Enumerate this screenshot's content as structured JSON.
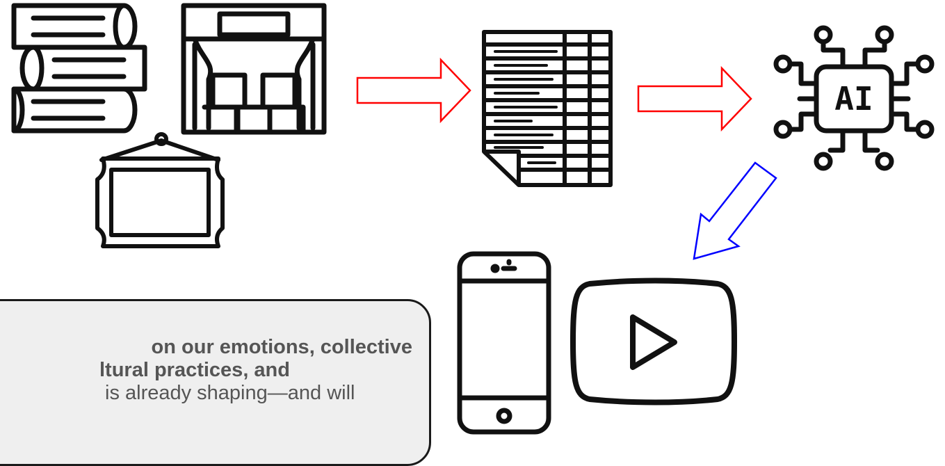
{
  "diagram": {
    "nodes": [
      {
        "id": "books",
        "icon": "books-icon"
      },
      {
        "id": "theater",
        "icon": "theater-stage-icon"
      },
      {
        "id": "picture-frame",
        "icon": "picture-frame-icon"
      },
      {
        "id": "spreadsheet",
        "icon": "spreadsheet-icon"
      },
      {
        "id": "ai-chip",
        "icon": "ai-chip-icon",
        "label": "AI"
      },
      {
        "id": "smartphone",
        "icon": "smartphone-icon"
      },
      {
        "id": "video-player",
        "icon": "play-button-icon"
      }
    ],
    "edges": [
      {
        "from": "cultural-sources",
        "to": "spreadsheet",
        "color": "#ff0000"
      },
      {
        "from": "spreadsheet",
        "to": "ai-chip",
        "color": "#ff0000"
      },
      {
        "from": "ai-chip",
        "to": "devices",
        "color": "#0000ff"
      }
    ]
  },
  "callout": {
    "line1": "on our emotions, collective",
    "line2": "ltural practices, and",
    "line3": "is already shaping—and will"
  }
}
